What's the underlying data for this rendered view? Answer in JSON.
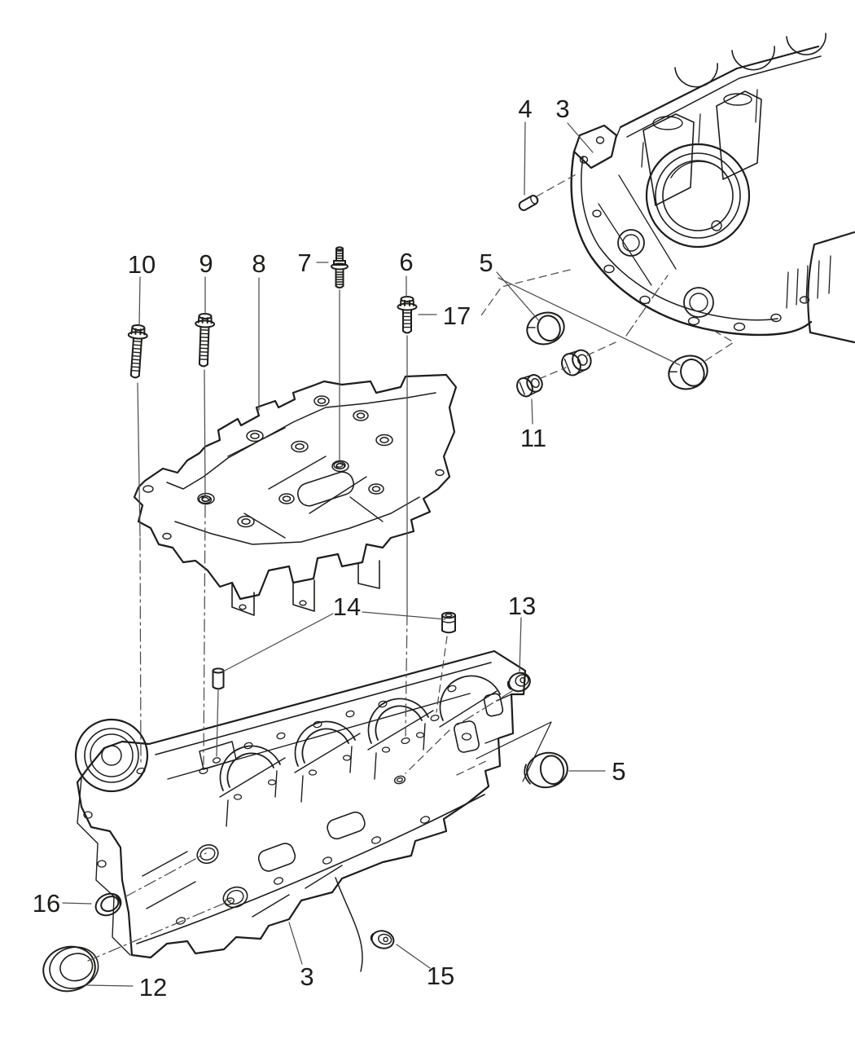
{
  "page": {
    "background_color": "#ffffff",
    "ink_color": "#1d1d1b",
    "leader_color": "#4d4d4d"
  },
  "callouts": [
    {
      "label": "10",
      "part": "bedplate-bolt-long"
    },
    {
      "label": "9",
      "part": "bedplate-bolt-long"
    },
    {
      "label": "8",
      "part": "bedplate"
    },
    {
      "label": "7",
      "part": "double-ended-stud"
    },
    {
      "label": "6",
      "part": "bedplate-bolt-short"
    },
    {
      "label": "17",
      "part": "bedplate-bolt-short"
    },
    {
      "label": "5",
      "part": "camshaft-bearing-ring"
    },
    {
      "label": "4",
      "part": "dowel-pin"
    },
    {
      "label": "3",
      "part": "cylinder-block-rear"
    },
    {
      "label": "11",
      "part": "camshaft-bushing"
    },
    {
      "label": "14",
      "part": "dowel-pin-and-bushing"
    },
    {
      "label": "13",
      "part": "cup-plug"
    },
    {
      "label": "5",
      "part": "camshaft-bearing-ring"
    },
    {
      "label": "16",
      "part": "core-hole-plug"
    },
    {
      "label": "12",
      "part": "crankshaft-seal-plug"
    },
    {
      "label": "3",
      "part": "cylinder-block"
    },
    {
      "label": "15",
      "part": "cup-plug"
    }
  ]
}
